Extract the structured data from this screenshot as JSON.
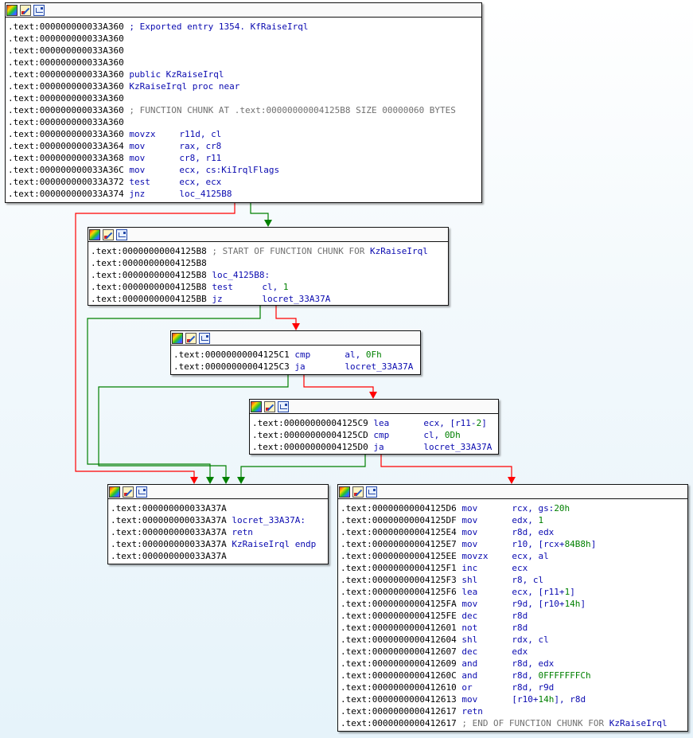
{
  "nodes": [
    {
      "id": "n1",
      "lines": [
        {
          "addr": ".text:000000000033A360",
          "parts": [
            {
              "t": " ; Exported entry 1354. KfRaiseIrql",
              "c": "blue"
            }
          ]
        },
        {
          "addr": ".text:000000000033A360",
          "parts": []
        },
        {
          "addr": ".text:000000000033A360",
          "parts": []
        },
        {
          "addr": ".text:000000000033A360",
          "parts": []
        },
        {
          "addr": ".text:000000000033A360",
          "parts": [
            {
              "t": " public KzRaiseIrql",
              "c": "blue"
            }
          ]
        },
        {
          "addr": ".text:000000000033A360",
          "parts": [
            {
              "t": " KzRaiseIrql proc near",
              "c": "blue"
            }
          ]
        },
        {
          "addr": ".text:000000000033A360",
          "parts": []
        },
        {
          "addr": ".text:000000000033A360",
          "parts": [
            {
              "t": " ; FUNCTION CHUNK AT .text:00000000004125B8 SIZE 00000060 BYTES",
              "c": "cmt"
            }
          ]
        },
        {
          "addr": ".text:000000000033A360",
          "parts": []
        },
        {
          "addr": ".text:000000000033A360",
          "mn": "movzx",
          "parts": [
            {
              "t": "r11d, cl",
              "c": "blue"
            }
          ]
        },
        {
          "addr": ".text:000000000033A364",
          "mn": "mov",
          "parts": [
            {
              "t": "rax, cr8",
              "c": "blue"
            }
          ]
        },
        {
          "addr": ".text:000000000033A368",
          "mn": "mov",
          "parts": [
            {
              "t": "cr8, r11",
              "c": "blue"
            }
          ]
        },
        {
          "addr": ".text:000000000033A36C",
          "mn": "mov",
          "parts": [
            {
              "t": "ecx, cs:KiIrqlFlags",
              "c": "blue"
            }
          ]
        },
        {
          "addr": ".text:000000000033A372",
          "mn": "test",
          "parts": [
            {
              "t": "ecx, ecx",
              "c": "blue"
            }
          ]
        },
        {
          "addr": ".text:000000000033A374",
          "mn": "jnz",
          "parts": [
            {
              "t": "loc_4125B8",
              "c": "blue"
            }
          ]
        }
      ]
    },
    {
      "id": "n2",
      "lines": [
        {
          "addr": ".text:00000000004125B8",
          "parts": [
            {
              "t": " ; START OF FUNCTION CHUNK FOR ",
              "c": "cmt"
            },
            {
              "t": "KzRaiseIrql",
              "c": "blue"
            }
          ]
        },
        {
          "addr": ".text:00000000004125B8",
          "parts": []
        },
        {
          "addr": ".text:00000000004125B8",
          "parts": [
            {
              "t": " loc_4125B8:",
              "c": "blue"
            }
          ]
        },
        {
          "addr": ".text:00000000004125B8",
          "mn": "test",
          "parts": [
            {
              "t": "cl, ",
              "c": "blue"
            },
            {
              "t": "1",
              "c": "grn"
            }
          ]
        },
        {
          "addr": ".text:00000000004125BB",
          "mn": "jz",
          "parts": [
            {
              "t": "locret_33A37A",
              "c": "blue"
            }
          ]
        }
      ]
    },
    {
      "id": "n3",
      "lines": [
        {
          "addr": ".text:00000000004125C1",
          "mn": "cmp",
          "parts": [
            {
              "t": "al, ",
              "c": "blue"
            },
            {
              "t": "0Fh",
              "c": "grn"
            }
          ]
        },
        {
          "addr": ".text:00000000004125C3",
          "mn": "ja",
          "parts": [
            {
              "t": "locret_33A37A",
              "c": "blue"
            }
          ]
        }
      ]
    },
    {
      "id": "n4",
      "lines": [
        {
          "addr": ".text:00000000004125C9",
          "mn": "lea",
          "parts": [
            {
              "t": "ecx, [r11-",
              "c": "blue"
            },
            {
              "t": "2",
              "c": "grn"
            },
            {
              "t": "]",
              "c": "blue"
            }
          ]
        },
        {
          "addr": ".text:00000000004125CD",
          "mn": "cmp",
          "parts": [
            {
              "t": "cl, ",
              "c": "blue"
            },
            {
              "t": "0Dh",
              "c": "grn"
            }
          ]
        },
        {
          "addr": ".text:00000000004125D0",
          "mn": "ja",
          "parts": [
            {
              "t": "locret_33A37A",
              "c": "blue"
            }
          ]
        }
      ]
    },
    {
      "id": "n5",
      "lines": [
        {
          "addr": ".text:000000000033A37A",
          "parts": []
        },
        {
          "addr": ".text:000000000033A37A",
          "parts": [
            {
              "t": " locret_33A37A:",
              "c": "blue"
            }
          ]
        },
        {
          "addr": ".text:000000000033A37A",
          "parts": [
            {
              "t": " retn",
              "c": "blue"
            }
          ]
        },
        {
          "addr": ".text:000000000033A37A",
          "parts": [
            {
              "t": " KzRaiseIrql endp",
              "c": "blue"
            }
          ]
        },
        {
          "addr": ".text:000000000033A37A",
          "parts": []
        }
      ]
    },
    {
      "id": "n6",
      "lines": [
        {
          "addr": ".text:00000000004125D6",
          "mn": "mov",
          "parts": [
            {
              "t": "rcx, gs:",
              "c": "blue"
            },
            {
              "t": "20h",
              "c": "grn"
            }
          ]
        },
        {
          "addr": ".text:00000000004125DF",
          "mn": "mov",
          "parts": [
            {
              "t": "edx, ",
              "c": "blue"
            },
            {
              "t": "1",
              "c": "grn"
            }
          ]
        },
        {
          "addr": ".text:00000000004125E4",
          "mn": "mov",
          "parts": [
            {
              "t": "r8d, edx",
              "c": "blue"
            }
          ]
        },
        {
          "addr": ".text:00000000004125E7",
          "mn": "mov",
          "parts": [
            {
              "t": "r10, [rcx+",
              "c": "blue"
            },
            {
              "t": "84B8h",
              "c": "grn"
            },
            {
              "t": "]",
              "c": "blue"
            }
          ]
        },
        {
          "addr": ".text:00000000004125EE",
          "mn": "movzx",
          "parts": [
            {
              "t": "ecx, al",
              "c": "blue"
            }
          ]
        },
        {
          "addr": ".text:00000000004125F1",
          "mn": "inc",
          "parts": [
            {
              "t": "ecx",
              "c": "blue"
            }
          ]
        },
        {
          "addr": ".text:00000000004125F3",
          "mn": "shl",
          "parts": [
            {
              "t": "r8, cl",
              "c": "blue"
            }
          ]
        },
        {
          "addr": ".text:00000000004125F6",
          "mn": "lea",
          "parts": [
            {
              "t": "ecx, [r11+",
              "c": "blue"
            },
            {
              "t": "1",
              "c": "grn"
            },
            {
              "t": "]",
              "c": "blue"
            }
          ]
        },
        {
          "addr": ".text:00000000004125FA",
          "mn": "mov",
          "parts": [
            {
              "t": "r9d, [r10+",
              "c": "blue"
            },
            {
              "t": "14h",
              "c": "grn"
            },
            {
              "t": "]",
              "c": "blue"
            }
          ]
        },
        {
          "addr": ".text:00000000004125FE",
          "mn": "dec",
          "parts": [
            {
              "t": "r8d",
              "c": "blue"
            }
          ]
        },
        {
          "addr": ".text:0000000000412601",
          "mn": "not",
          "parts": [
            {
              "t": "r8d",
              "c": "blue"
            }
          ]
        },
        {
          "addr": ".text:0000000000412604",
          "mn": "shl",
          "parts": [
            {
              "t": "rdx, cl",
              "c": "blue"
            }
          ]
        },
        {
          "addr": ".text:0000000000412607",
          "mn": "dec",
          "parts": [
            {
              "t": "edx",
              "c": "blue"
            }
          ]
        },
        {
          "addr": ".text:0000000000412609",
          "mn": "and",
          "parts": [
            {
              "t": "r8d, edx",
              "c": "blue"
            }
          ]
        },
        {
          "addr": ".text:000000000041260C",
          "mn": "and",
          "parts": [
            {
              "t": "r8d, ",
              "c": "blue"
            },
            {
              "t": "0FFFFFFFCh",
              "c": "grn"
            }
          ]
        },
        {
          "addr": ".text:0000000000412610",
          "mn": "or",
          "parts": [
            {
              "t": "r8d, r9d",
              "c": "blue"
            }
          ]
        },
        {
          "addr": ".text:0000000000412613",
          "mn": "mov",
          "parts": [
            {
              "t": "[r10+",
              "c": "blue"
            },
            {
              "t": "14h",
              "c": "grn"
            },
            {
              "t": "], r8d",
              "c": "blue"
            }
          ]
        },
        {
          "addr": ".text:0000000000412617",
          "mn": "retn",
          "parts": []
        },
        {
          "addr": ".text:0000000000412617",
          "parts": [
            {
              "t": " ; END OF FUNCTION CHUNK FOR ",
              "c": "cmt"
            },
            {
              "t": "KzRaiseIrql",
              "c": "blue"
            }
          ]
        }
      ]
    }
  ],
  "edges": [
    {
      "from": "n1",
      "to": "n2",
      "color": "#008000"
    },
    {
      "from": "n1",
      "to": "n5",
      "color": "#ff0000"
    },
    {
      "from": "n2",
      "to": "n3",
      "color": "#ff0000"
    },
    {
      "from": "n2",
      "to": "n5",
      "color": "#008000"
    },
    {
      "from": "n3",
      "to": "n4",
      "color": "#ff0000"
    },
    {
      "from": "n3",
      "to": "n5",
      "color": "#008000"
    },
    {
      "from": "n4",
      "to": "n5",
      "color": "#008000"
    },
    {
      "from": "n4",
      "to": "n6",
      "color": "#ff0000"
    }
  ]
}
